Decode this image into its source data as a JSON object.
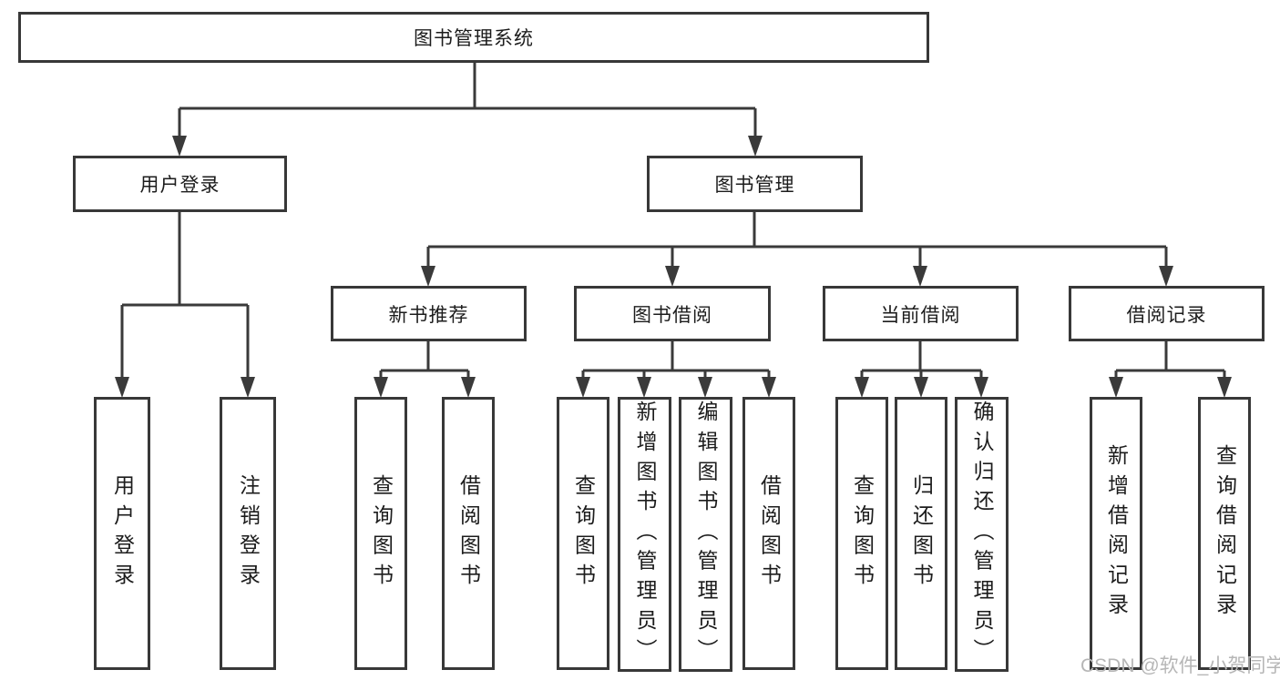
{
  "diagram": {
    "watermark": "CSDN @软件_小贺同学",
    "colors": {
      "line": "#3a3a3a",
      "box_border": "#383838",
      "text": "#1c1c1c",
      "background": "#ffffff",
      "watermark": "#b6b6b6"
    },
    "tree": {
      "label": "图书管理系统",
      "children": [
        {
          "label": "用户登录",
          "children": [
            {
              "label": "用户登录"
            },
            {
              "label": "注销登录"
            }
          ]
        },
        {
          "label": "图书管理",
          "children": [
            {
              "label": "新书推荐",
              "children": [
                {
                  "label": "查询图书"
                },
                {
                  "label": "借阅图书"
                }
              ]
            },
            {
              "label": "图书借阅",
              "children": [
                {
                  "label": "查询图书"
                },
                {
                  "label": "新增图书（管理员）"
                },
                {
                  "label": "编辑图书（管理员）"
                },
                {
                  "label": "借阅图书"
                }
              ]
            },
            {
              "label": "当前借阅",
              "children": [
                {
                  "label": "查询图书"
                },
                {
                  "label": "归还图书"
                },
                {
                  "label": "确认归还（管理员）"
                }
              ]
            },
            {
              "label": "借阅记录",
              "children": [
                {
                  "label": "新增借阅记录"
                },
                {
                  "label": "查询借阅记录"
                }
              ]
            }
          ]
        }
      ]
    }
  }
}
